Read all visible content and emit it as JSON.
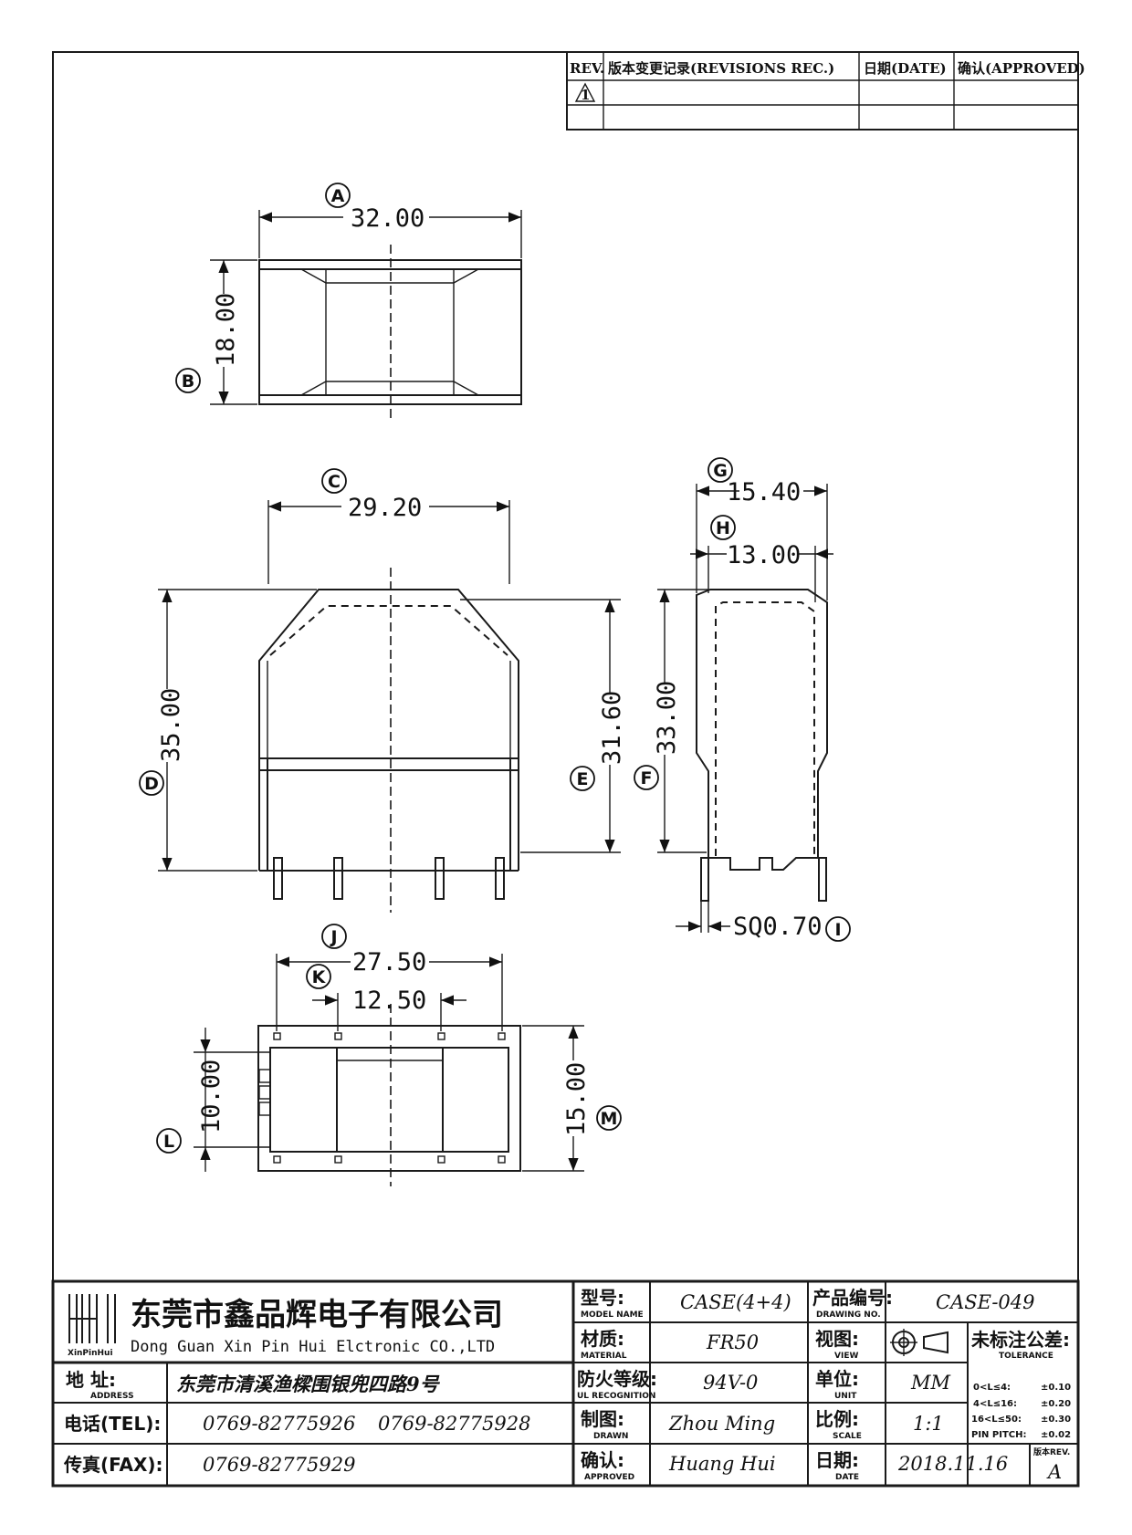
{
  "revisions": {
    "headers": [
      "REV.",
      "版本变更记录(REVISIONS REC.)",
      "日期(DATE)",
      "确认(APPROVED)"
    ],
    "rev_marker": "1"
  },
  "top_view": {
    "width_label": "32.00",
    "width_ref": "A",
    "height_label": "18.00",
    "height_ref": "B"
  },
  "front_view": {
    "width_label": "29.20",
    "width_ref": "C",
    "height_label": "35.00",
    "height_ref": "D",
    "body_height_label": "31.60",
    "body_height_ref": "E"
  },
  "side_view": {
    "width_label": "15.40",
    "width_ref": "G",
    "inner_label": "13.00",
    "inner_ref": "H",
    "height_label": "33.00",
    "height_ref": "F",
    "pin_label": "SQ0.70",
    "pin_ref": "I"
  },
  "bottom_view": {
    "pitch_label": "27.50",
    "pitch_ref": "J",
    "inner_pitch_label": "12.50",
    "inner_pitch_ref": "K",
    "row_label": "10.00",
    "row_ref": "L",
    "outer_label": "15.00",
    "outer_ref": "M"
  },
  "title_block": {
    "company_cn": "东莞市鑫品辉电子有限公司",
    "company_en": "Dong Guan Xin Pin Hui Elctronic CO.,LTD",
    "logo_text": "XinPinHui",
    "address_label": "地 址:",
    "address_sub": "ADDRESS",
    "address": "东莞市清溪渔樑围银兜四路9号",
    "tel_label": "电话(TEL):",
    "tel1": "0769-82775926",
    "tel2": "0769-82775928",
    "fax_label": "传真(FAX):",
    "fax": "0769-82775929",
    "model_label": "型号:",
    "model_sub": "MODEL NAME",
    "model": "CASE(4+4)",
    "material_label": "材质:",
    "material_sub": "MATERIAL",
    "material": "FR50",
    "ul_label": "防火等级:",
    "ul_sub": "UL RECOGNITION",
    "ul": "94V-0",
    "drawn_label": "制图:",
    "drawn_sub": "DRAWN",
    "drawn": "Zhou Ming",
    "approved_label": "确认:",
    "approved_sub": "APPROVED",
    "approved": "Huang Hui",
    "drawing_no_label": "产品编号:",
    "drawing_no_sub": "DRAWING NO.",
    "drawing_no": "CASE-049",
    "view_label": "视图:",
    "view_sub": "VIEW",
    "unit_label": "单位:",
    "unit_sub": "UNIT",
    "unit": "MM",
    "scale_label": "比例:",
    "scale_sub": "SCALE",
    "scale": "1:1",
    "date_label": "日期:",
    "date_sub": "DATE",
    "date": "2018.11.16",
    "tolerance_label": "未标注公差:",
    "tolerance_sub": "TOLERANCE",
    "tolerances": [
      {
        "range": "0<L≤4:",
        "value": "±0.10"
      },
      {
        "range": "4<L≤16:",
        "value": "±0.20"
      },
      {
        "range": "16<L≤50:",
        "value": "±0.30"
      },
      {
        "range": "PIN PITCH:",
        "value": "±0.02"
      }
    ],
    "rev_label": "版本REV.",
    "rev": "A"
  }
}
